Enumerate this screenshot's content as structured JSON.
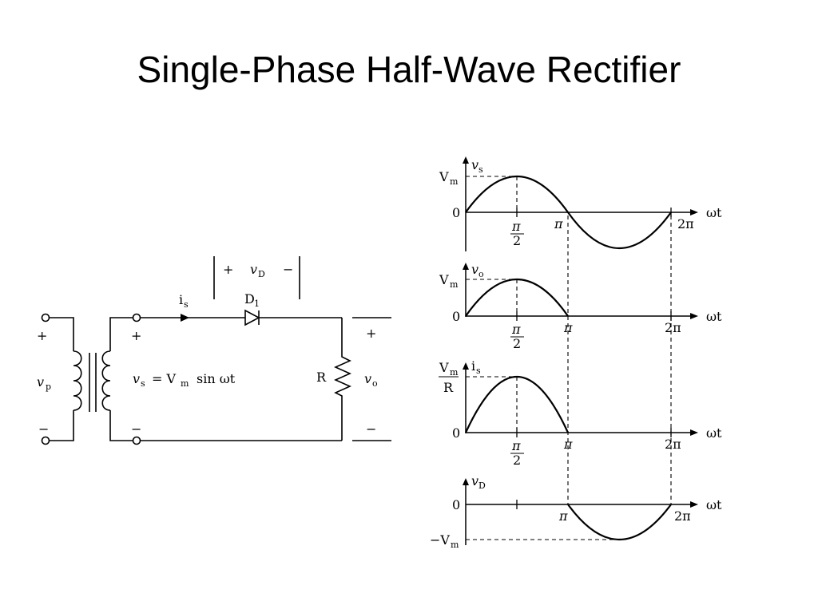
{
  "slide": {
    "title": "Single-Phase Half-Wave Rectifier"
  },
  "circuit": {
    "plus": "+",
    "minus": "−",
    "v_p": "v",
    "v_p_sub": "p",
    "i_s": "i",
    "i_s_sub": "s",
    "diode_label": "D",
    "diode_sub": "1",
    "v_d_label": "v",
    "v_d_sub": "D",
    "source_eq_v": "v",
    "source_eq_sub": "s",
    "source_eq_rhs": "= V",
    "source_eq_rhs_sub": "m",
    "source_eq_tail": "sin ωt",
    "resistor_label": "R",
    "v_o": "v",
    "v_o_sub": "o"
  },
  "waveforms": {
    "omega_t": "ωt",
    "zero": "0",
    "pi": "π",
    "two_pi": "2π",
    "pi_half_num": "π",
    "pi_half_den": "2",
    "vm": "V",
    "vm_sub": "m",
    "neg_vm": "−V",
    "r_den": "R",
    "vs": "v",
    "vs_sub": "s",
    "vo": "v",
    "vo_sub": "o",
    "is": "i",
    "is_sub": "s",
    "vd": "v",
    "vd_sub": "D"
  }
}
